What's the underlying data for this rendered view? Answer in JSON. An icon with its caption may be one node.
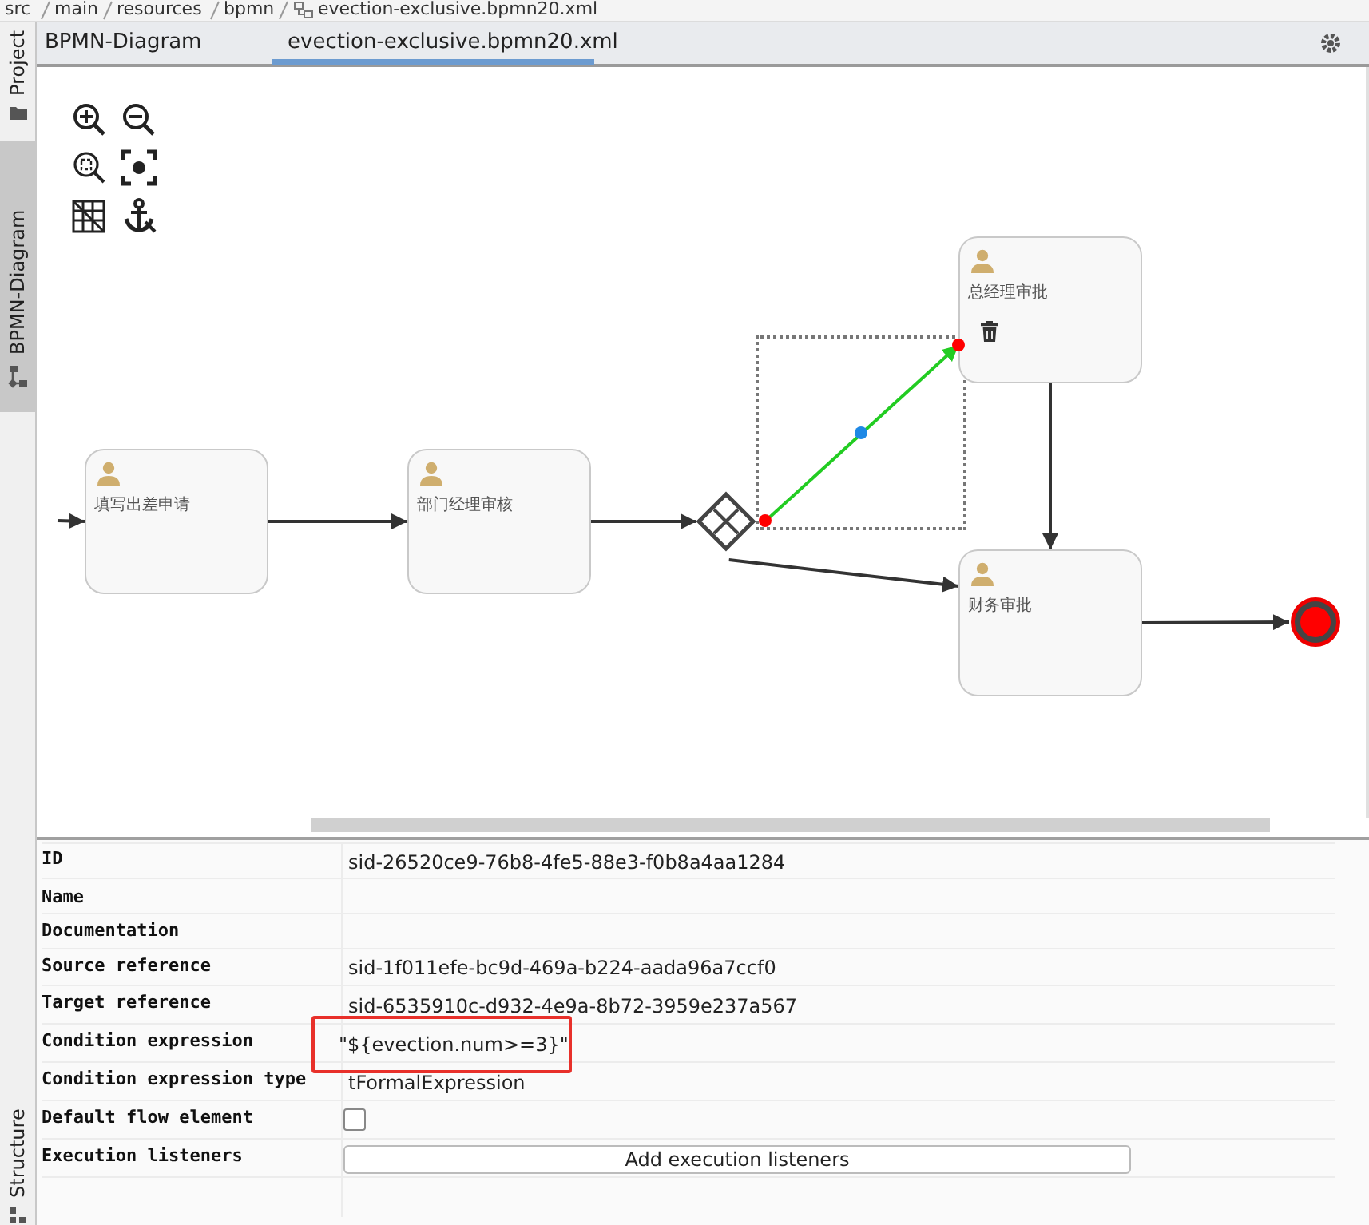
{
  "diagram": {
    "nodes": [
      {
        "text": [
          "填写出差申请"
        ]
      },
      {
        "text": [
          "部门经理审核"
        ]
      },
      {
        "text": [],
        "shape": "diamond"
      },
      {
        "text": [
          "总经理审批"
        ]
      },
      {
        "text": [
          "财务审批"
        ]
      },
      {
        "text": [],
        "shape": "circle"
      }
    ],
    "edges": [
      {
        "from": null,
        "to": 0,
        "arrow": "to"
      },
      {
        "from": 0,
        "to": 1,
        "arrow": "to"
      },
      {
        "from": 1,
        "to": 2,
        "arrow": "to"
      },
      {
        "from": 2,
        "to": 3,
        "arrow": "to",
        "color": "#22cc22"
      },
      {
        "from": 2,
        "to": 4,
        "arrow": "to"
      },
      {
        "from": 3,
        "to": 4,
        "arrow": "to"
      },
      {
        "from": 4,
        "to": 5,
        "arrow": "to"
      }
    ],
    "labels": [
      "src",
      "main",
      "resources",
      "bpmn",
      "evection-exclusive.bpmn20.xml",
      "BPMN-Diagram",
      "evection-exclusive.bpmn20.xml",
      "Project",
      "BPMN-Diagram",
      "Structure",
      "ID",
      "sid-26520ce9-76b8-4fe5-88e3-f0b8a4aa1284",
      "Name",
      "Documentation",
      "Source reference",
      "sid-1f011efe-bc9d-469a-b224-aada96a7ccf0",
      "Target reference",
      "sid-6535910c-d932-4e9a-8b72-3959e237a567",
      "Condition expression",
      "\"${evection.num>=3}\"",
      "Condition expression type",
      "tFormalExpression",
      "Default flow element",
      "Execution listeners",
      "Add execution listeners"
    ]
  }
}
